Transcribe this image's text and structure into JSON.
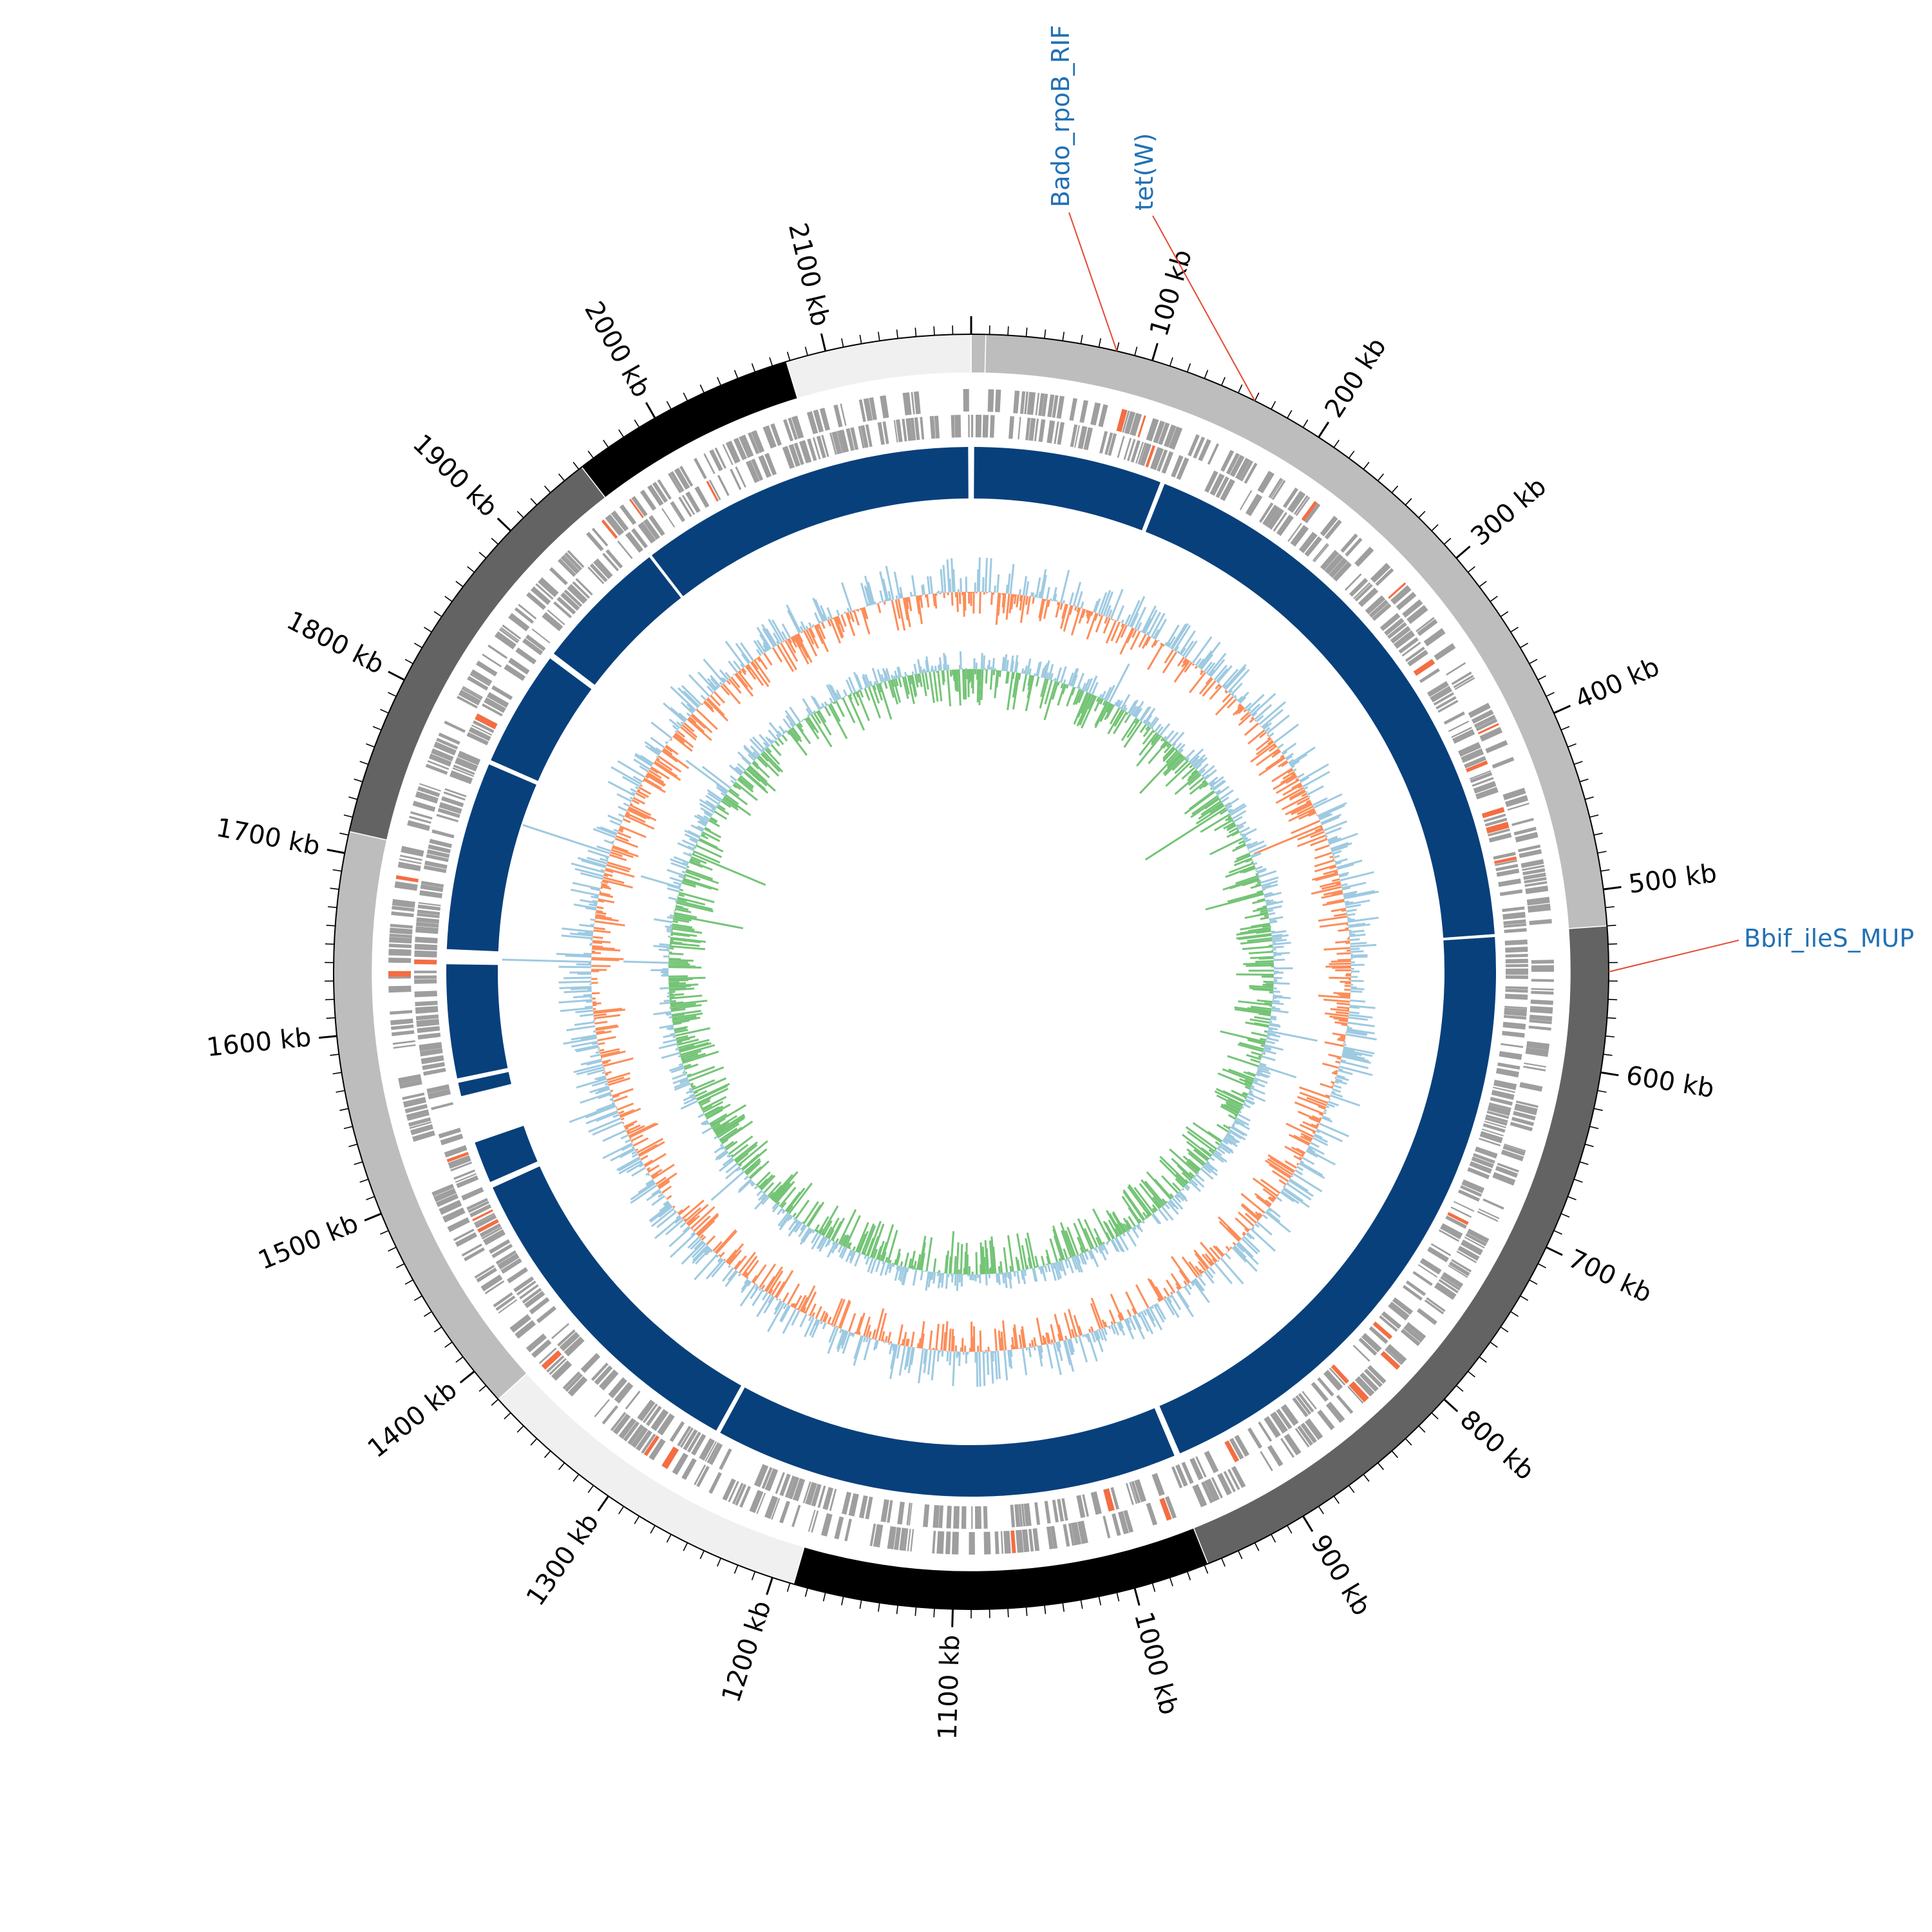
{
  "genome": {
    "length_kb": 2180,
    "tick_labels": [
      "100 kb",
      "200 kb",
      "300 kb",
      "400 kb",
      "500 kb",
      "600 kb",
      "700 kb",
      "800 kb",
      "900 kb",
      "1000 kb",
      "1100 kb",
      "1200 kb",
      "1300 kb",
      "1400 kb",
      "1500 kb",
      "1600 kb",
      "1700 kb",
      "1800 kb",
      "1900 kb",
      "2000 kb",
      "2100 kb"
    ],
    "tick_values_kb": [
      100,
      200,
      300,
      400,
      500,
      600,
      700,
      800,
      900,
      1000,
      1100,
      1200,
      1300,
      1400,
      1500,
      1600,
      1700,
      1800,
      1900,
      2000,
      2100
    ]
  },
  "annotations": [
    {
      "label": "Bado_rpoB_RIF",
      "position_kb": 80
    },
    {
      "label": "tet(W)",
      "position_kb": 160
    },
    {
      "label": "Bbif_ileS_MUP",
      "position_kb": 545
    }
  ],
  "outer_segments_kb": [
    {
      "start": 0,
      "end": 8,
      "color": "#bdbdbd"
    },
    {
      "start": 8,
      "end": 520,
      "color": "#bdbdbd"
    },
    {
      "start": 520,
      "end": 958,
      "color": "#636363"
    },
    {
      "start": 958,
      "end": 1188,
      "color": "#000000"
    },
    {
      "start": 1188,
      "end": 1380,
      "color": "#f0f0f0"
    },
    {
      "start": 1380,
      "end": 1712,
      "color": "#bdbdbd"
    },
    {
      "start": 1712,
      "end": 1952,
      "color": "#636363"
    },
    {
      "start": 1952,
      "end": 2078,
      "color": "#000000"
    },
    {
      "start": 2078,
      "end": 2180,
      "color": "#f0f0f0"
    }
  ],
  "alignment_blocks_kb": [
    {
      "start": 2,
      "end": 128
    },
    {
      "start": 131,
      "end": 520
    },
    {
      "start": 522,
      "end": 948
    },
    {
      "start": 952,
      "end": 1263
    },
    {
      "start": 1266,
      "end": 1488
    },
    {
      "start": 1492,
      "end": 1520
    },
    {
      "start": 1552,
      "end": 1561
    },
    {
      "start": 1564,
      "end": 1640
    },
    {
      "start": 1650,
      "end": 1776
    },
    {
      "start": 1779,
      "end": 1857
    },
    {
      "start": 1861,
      "end": 1951
    },
    {
      "start": 1953,
      "end": 2178
    }
  ],
  "colors": {
    "alignment": "#08407c",
    "gene": "#9e9e9e",
    "gene_highlight": "#f46d43",
    "gc_content_pos": "#9ecae1",
    "gc_content_neg": "#fc8d59",
    "gc_skew_pos": "#9ecae1",
    "gc_skew_neg": "#74c476",
    "annotation_line": "#e34a33",
    "annotation_text": "#2171b5"
  }
}
